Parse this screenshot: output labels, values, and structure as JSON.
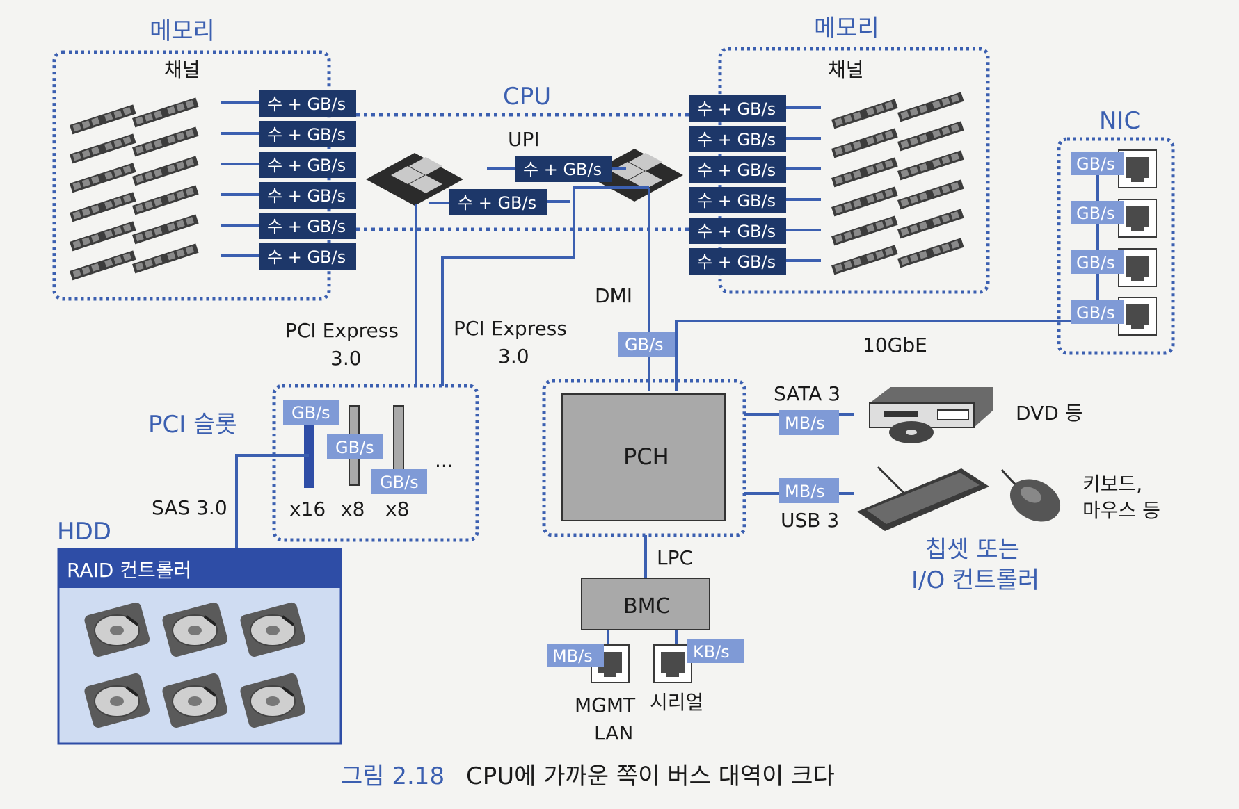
{
  "memory_left": {
    "title": "메모리",
    "channel_label": "채널",
    "bandwidth_tags": [
      "수 + GB/s",
      "수 + GB/s",
      "수 + GB/s",
      "수 + GB/s",
      "수 + GB/s",
      "수 + GB/s"
    ]
  },
  "memory_right": {
    "title": "메모리",
    "channel_label": "채널",
    "bandwidth_tags": [
      "수 + GB/s",
      "수 + GB/s",
      "수 + GB/s",
      "수 + GB/s",
      "수 + GB/s",
      "수 + GB/s"
    ]
  },
  "cpu": {
    "label": "CPU",
    "upi_label": "UPI",
    "upi_tag": "수 + GB/s",
    "cross_tag": "수 + GB/s"
  },
  "pcie": {
    "left_label": "PCI Express",
    "left_version": "3.0",
    "right_label": "PCI Express",
    "right_version": "3.0"
  },
  "pci_slot": {
    "title": "PCI 슬롯",
    "tags": [
      "GB/s",
      "GB/s",
      "GB/s"
    ],
    "widths": [
      "x16",
      "x8",
      "x8"
    ],
    "more": "..."
  },
  "dmi": {
    "label": "DMI",
    "tag": "GB/s"
  },
  "nic": {
    "title": "NIC",
    "tags": [
      "GB/s",
      "GB/s",
      "GB/s",
      "GB/s"
    ],
    "link_label": "10GbE"
  },
  "pch": {
    "label": "PCH"
  },
  "sata": {
    "label": "SATA 3",
    "tag": "MB/s",
    "device": "DVD 등"
  },
  "usb": {
    "label": "USB 3",
    "tag": "MB/s",
    "device_line1": "키보드,",
    "device_line2": "마우스 등"
  },
  "chipset_caption": {
    "line1": "칩셋 또는",
    "line2": "I/O 컨트롤러"
  },
  "lpc": {
    "label": "LPC"
  },
  "bmc": {
    "label": "BMC",
    "mgmt_tag": "MB/s",
    "serial_tag": "KB/s",
    "mgmt_line1": "MGMT",
    "mgmt_line2": "LAN",
    "serial_label": "시리얼"
  },
  "hdd": {
    "title": "HDD",
    "controller": "RAID 컨트롤러",
    "sas_label": "SAS 3.0"
  },
  "figure": {
    "number": "그림 2.18",
    "caption": "CPU에 가까운 쪽이 버스 대역이 크다"
  },
  "colors": {
    "accent_blue": "#3b5fb0",
    "navy": "#1d3769",
    "tag_light": "#7f9ad6",
    "pch_gray": "#a9a9a9"
  }
}
